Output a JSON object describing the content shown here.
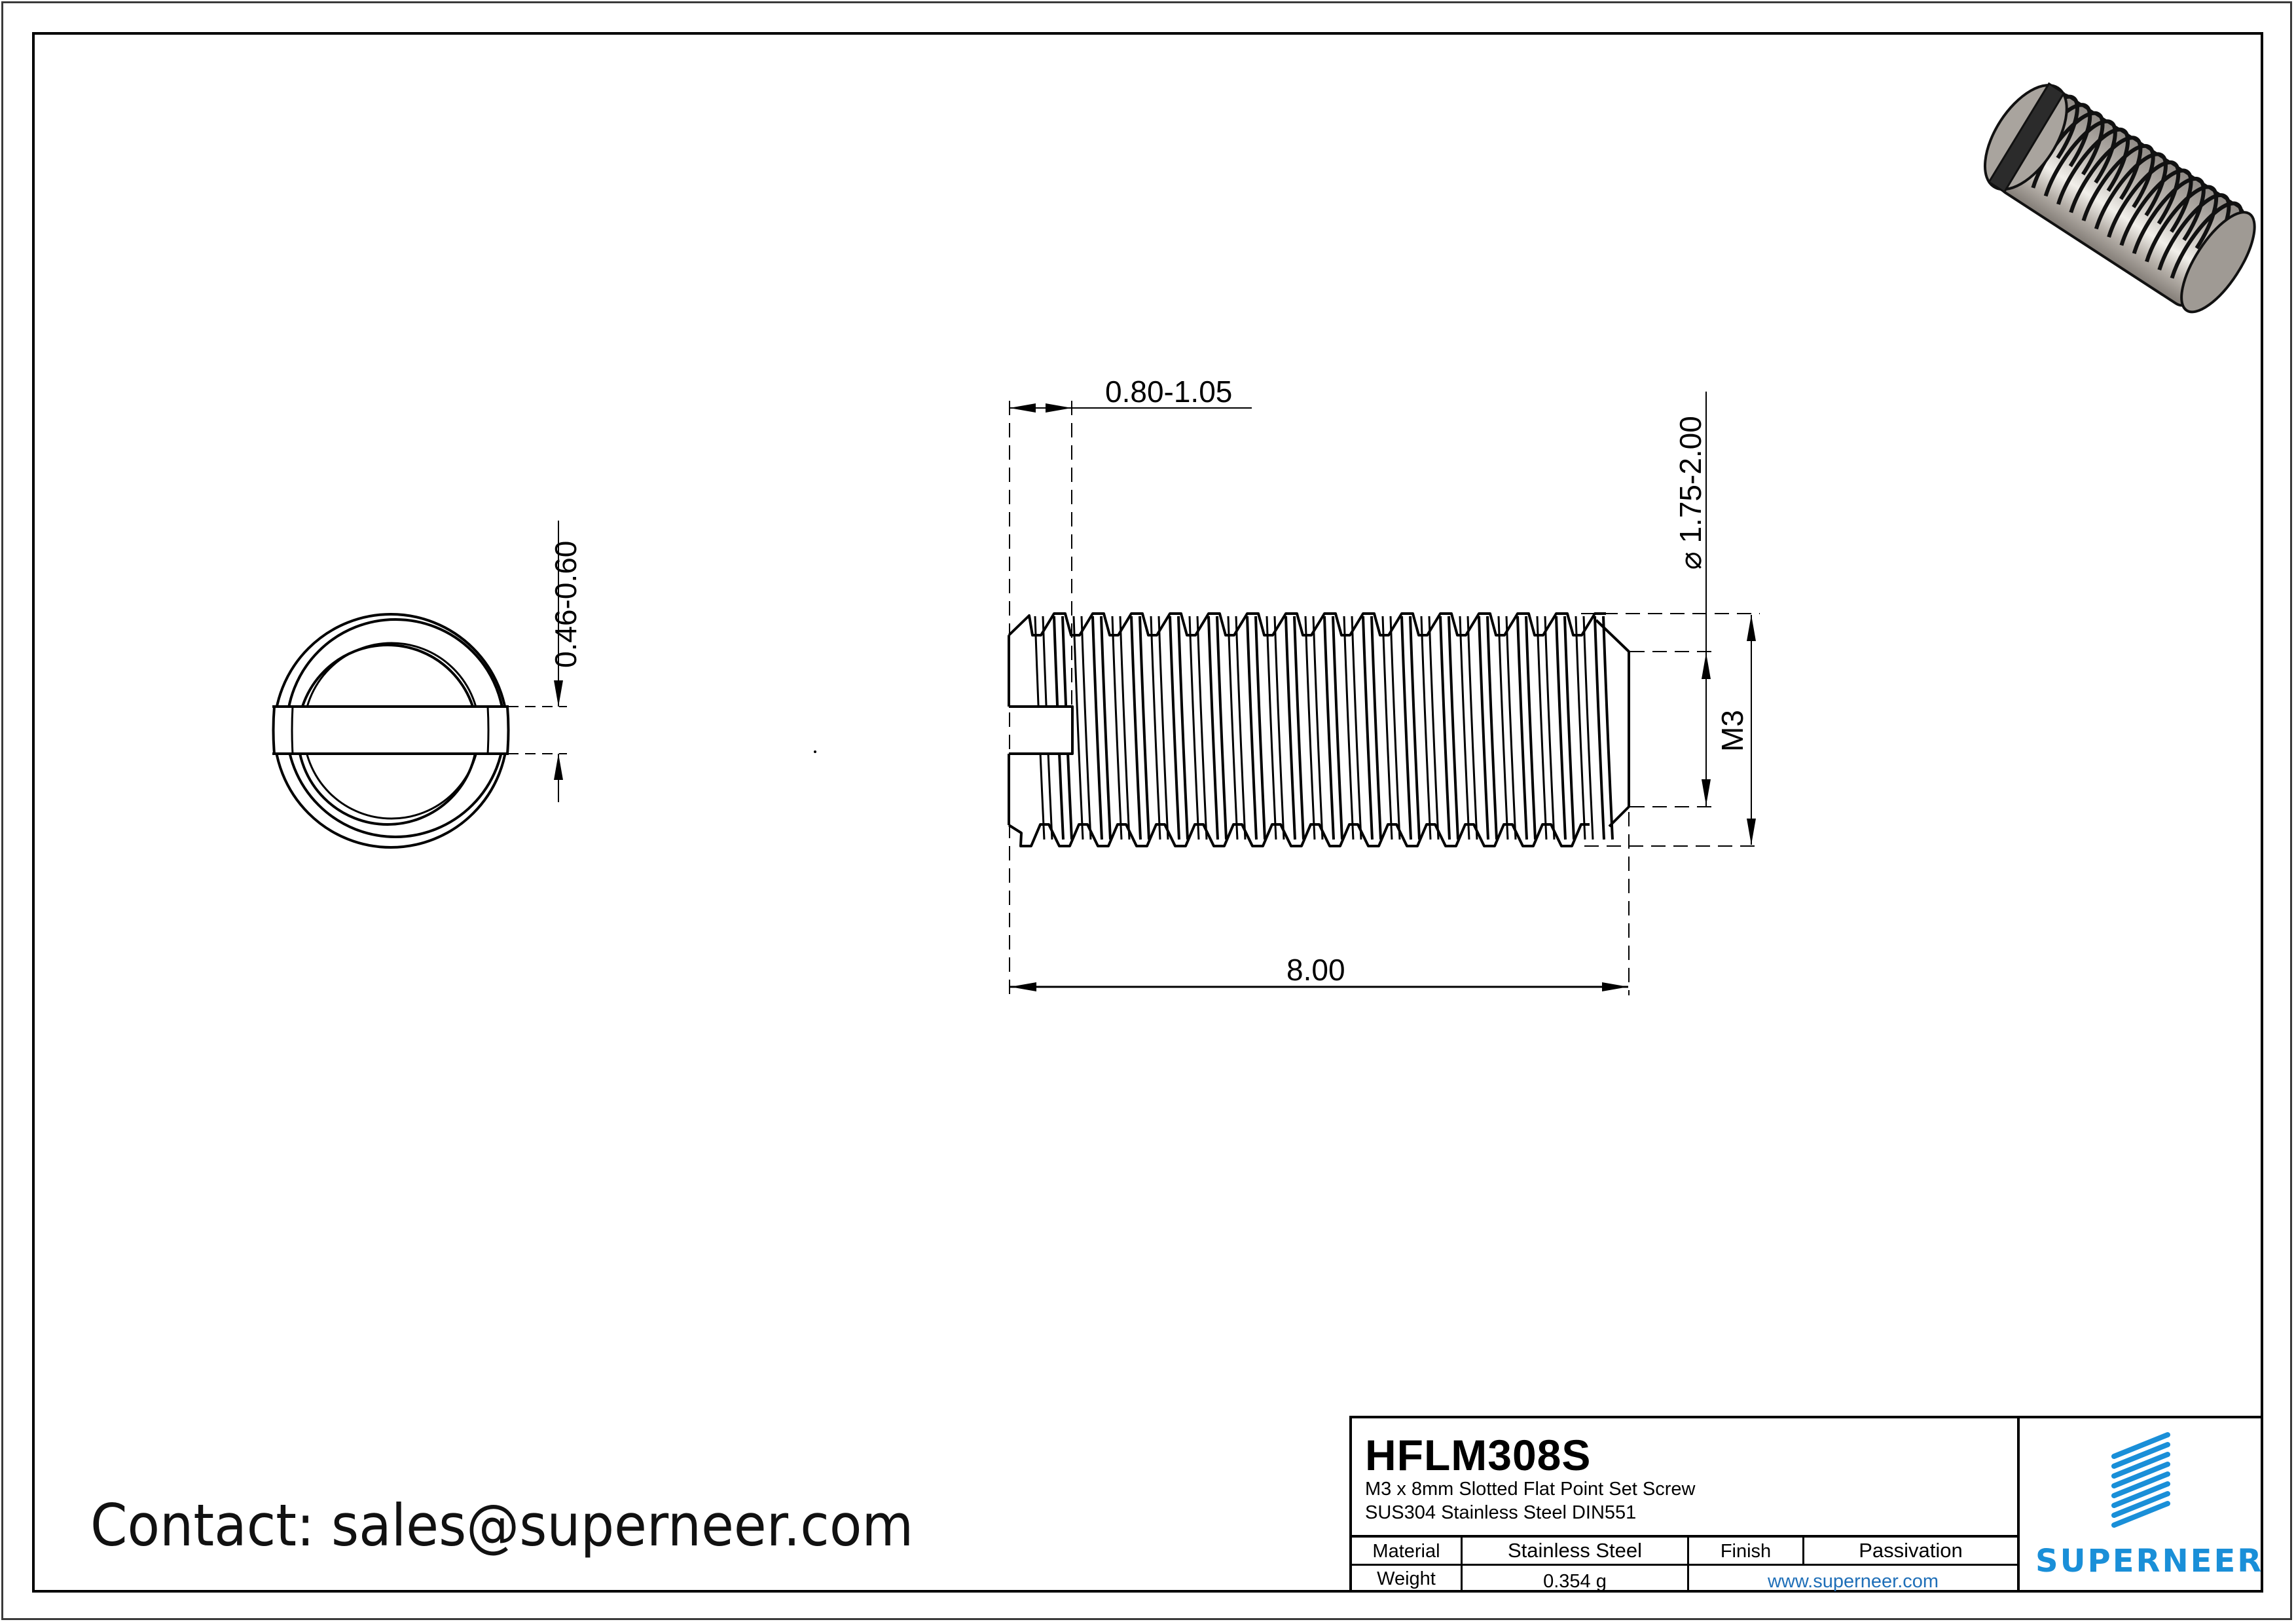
{
  "drawing": {
    "type": "engineering-drawing",
    "end_view": {
      "slot_width_dim": "0.46-0.60"
    },
    "side_view": {
      "slot_depth_dim": "0.80-1.05",
      "point_diameter_dim": "⌀ 1.75-2.00",
      "thread_dim": "M3",
      "length_dim": "8.00"
    },
    "iso_render": {
      "description": "3D isometric render of slotted set screw",
      "metal_color": "#a8a29c",
      "slot_color": "#2b2b2b"
    }
  },
  "contact": {
    "text": "Contact: sales@superneer.com"
  },
  "title_block": {
    "part_number": "HFLM308S",
    "description_line1": "M3 x 8mm Slotted Flat Point Set Screw",
    "description_line2": "SUS304 Stainless Steel DIN551",
    "rows": [
      {
        "label": "Material",
        "value": "Stainless Steel",
        "label2": "Finish",
        "value2": "Passivation"
      },
      {
        "label": "Weight",
        "value": "0.354 g",
        "link": "www.superneer.com"
      }
    ],
    "logo": {
      "name": "superneer-logo",
      "wordmark": "SUPERNEER",
      "color": "#1a8fd8"
    },
    "link_color": "#1f6fb8"
  }
}
